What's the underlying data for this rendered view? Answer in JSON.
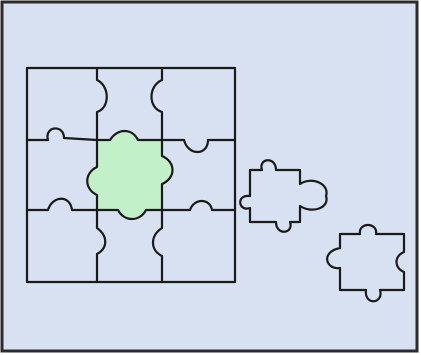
{
  "illustration": {
    "subject": "jigsaw-puzzle",
    "grid": {
      "rows": 3,
      "columns": 3
    },
    "highlighted_piece": "center",
    "loose_pieces": 2
  },
  "colors": {
    "background": "#d8e1f1",
    "border": "#2b2b2b",
    "line": "#1a1a1a",
    "highlight": "#c2f0c8"
  }
}
